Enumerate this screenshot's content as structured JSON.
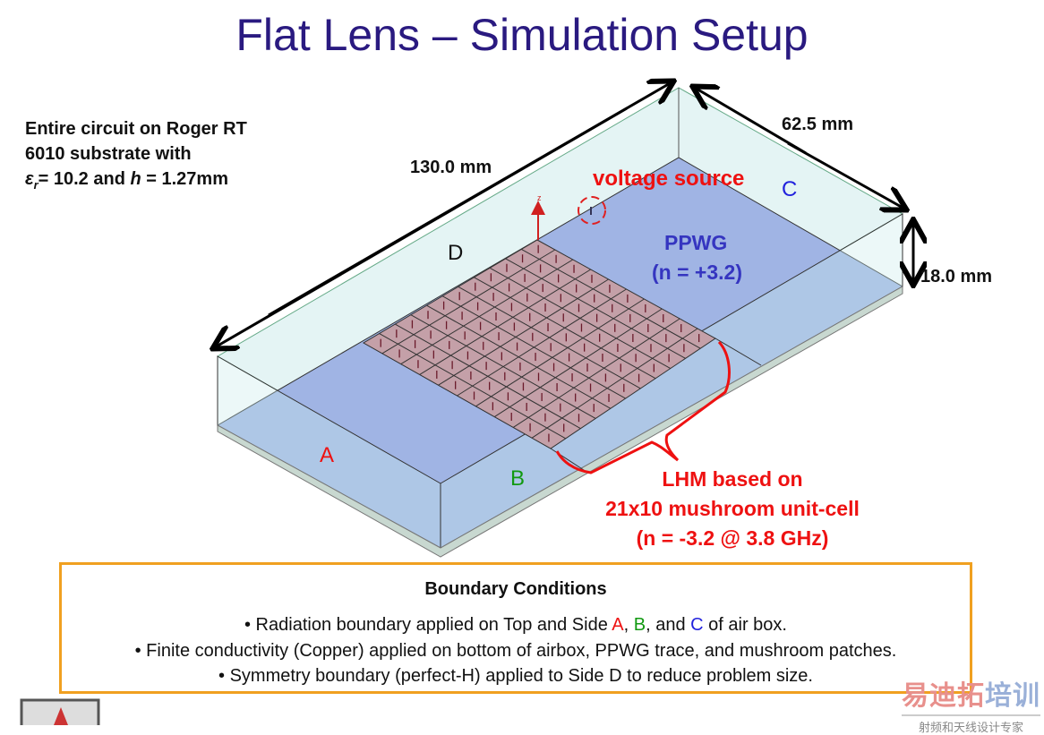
{
  "title": "Flat Lens – Simulation Setup",
  "substrate_note": {
    "line1": "Entire circuit on Roger RT",
    "line2": "6010 substrate with",
    "eps": "ε",
    "eps_sub": "r",
    "line3_rest": "= 10.2 and ",
    "h": "h",
    "line3_end": " = 1.27mm"
  },
  "diagram": {
    "length_label": "130.0 mm",
    "width_label": "62.5 mm",
    "height_label": "18.0 mm",
    "voltage_source_label": "voltage source",
    "axis_z": "z",
    "side_a": "A",
    "side_b": "B",
    "side_c": "C",
    "side_d": "D",
    "ppwg_label": "PPWG",
    "ppwg_index": "(n = +3.2)",
    "lhm_line1": "LHM based on",
    "lhm_line2": "21x10 mushroom unit-cell",
    "lhm_line3": "(n = -3.2 @ 3.8 GHz)",
    "grid_rows": 10,
    "grid_cols": 11
  },
  "boundary": {
    "heading": "Boundary Conditions",
    "line1_pre": "• Radiation boundary applied on Top and Side ",
    "line1_a": "A",
    "line1_sep1": ", ",
    "line1_b": "B",
    "line1_sep2": ", and ",
    "line1_c": "C",
    "line1_post": " of air box.",
    "line2": "• Finite conductivity (Copper) applied on bottom of airbox, PPWG trace, and mushroom patches.",
    "line3": "• Symmetry boundary (perfect-H) applied to Side D to reduce problem size."
  },
  "watermark": {
    "brand_red": "易迪拓",
    "brand_blue": "培训",
    "tagline": "射频和天线设计专家"
  },
  "colors": {
    "title": "#2a1a80",
    "red": "#ee1111",
    "green": "#119911",
    "blue": "#2222dd",
    "ppwg": "#3535c0",
    "border": "#f0a020"
  }
}
